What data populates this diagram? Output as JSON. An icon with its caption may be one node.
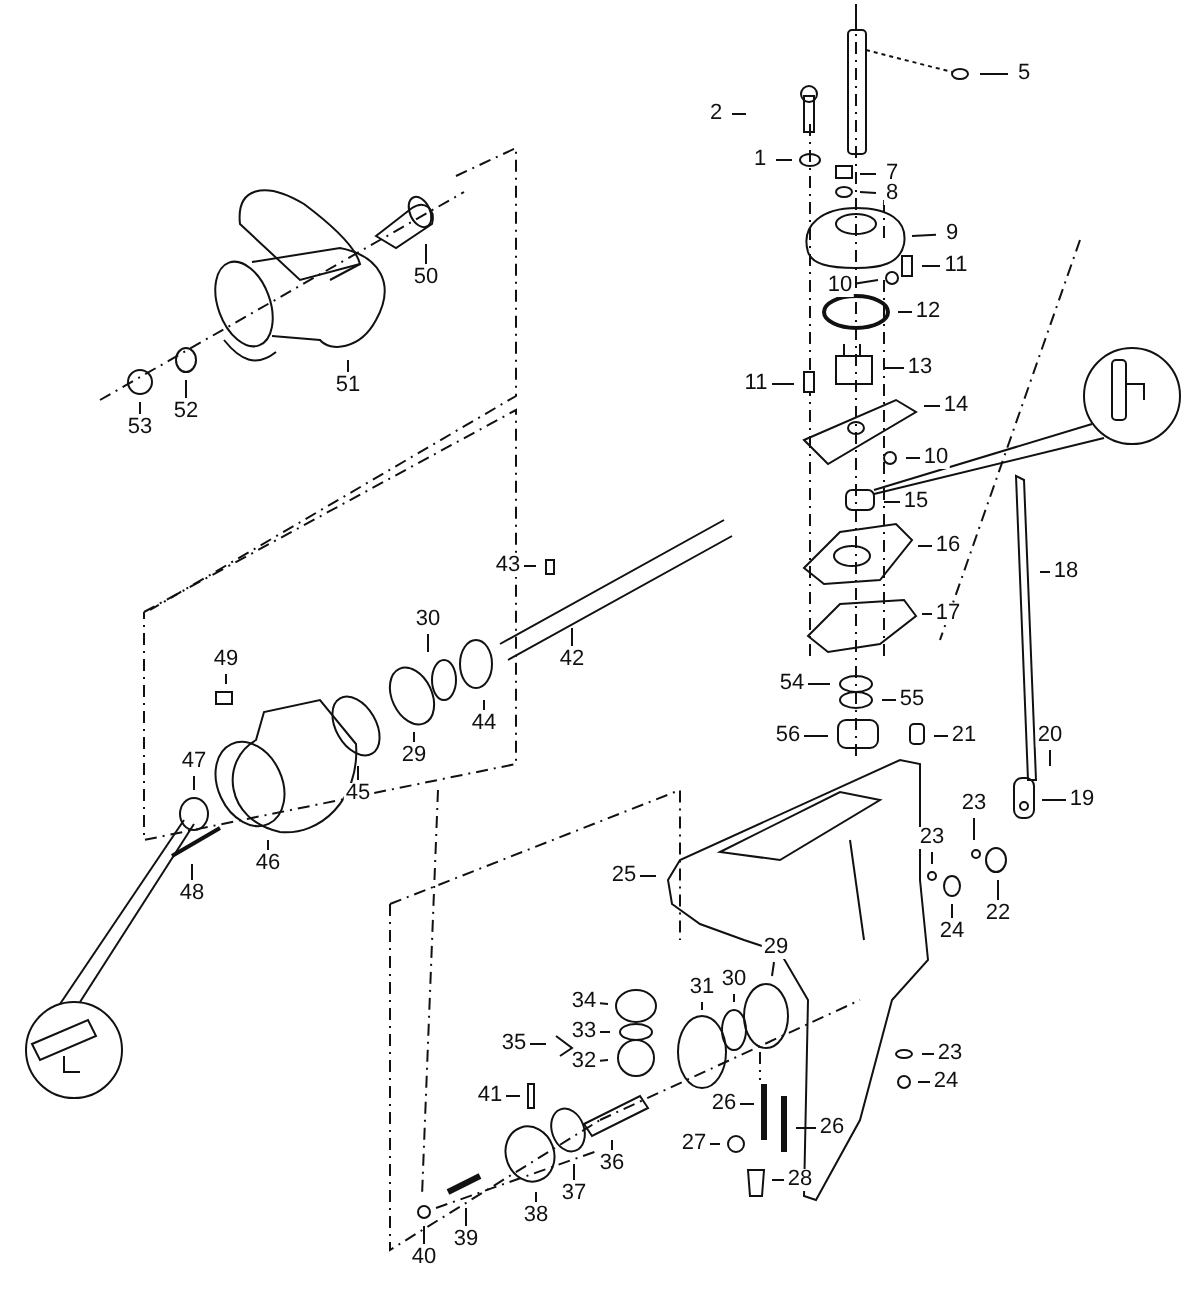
{
  "diagram": {
    "nodes": [
      {
        "text": [
          "5"
        ]
      },
      {
        "text": [
          "2"
        ]
      },
      {
        "text": [
          "1"
        ]
      },
      {
        "text": [
          "7"
        ]
      },
      {
        "text": [
          "8"
        ]
      },
      {
        "text": [
          "9"
        ]
      },
      {
        "text": [
          "11"
        ]
      },
      {
        "text": [
          "10"
        ]
      },
      {
        "text": [
          "12"
        ]
      },
      {
        "text": [
          "50"
        ]
      },
      {
        "text": [
          "13"
        ]
      },
      {
        "text": [
          "11"
        ]
      },
      {
        "text": [
          "51"
        ]
      },
      {
        "text": [
          "52"
        ]
      },
      {
        "text": [
          "53"
        ]
      },
      {
        "text": [
          "14"
        ]
      },
      {
        "text": [
          "10"
        ]
      },
      {
        "text": [
          "15"
        ]
      },
      {
        "text": [
          "16"
        ]
      },
      {
        "text": [
          "43"
        ]
      },
      {
        "text": [
          "18"
        ]
      },
      {
        "text": [
          "17"
        ]
      },
      {
        "text": [
          "30"
        ]
      },
      {
        "text": [
          "42"
        ]
      },
      {
        "text": [
          "49"
        ]
      },
      {
        "text": [
          "54"
        ]
      },
      {
        "text": [
          "55"
        ]
      },
      {
        "text": [
          "44"
        ]
      },
      {
        "text": [
          "21"
        ]
      },
      {
        "text": [
          "56"
        ]
      },
      {
        "text": [
          "20"
        ]
      },
      {
        "text": [
          "29"
        ]
      },
      {
        "text": [
          "47"
        ]
      },
      {
        "text": [
          "45"
        ]
      },
      {
        "text": [
          "19"
        ]
      },
      {
        "text": [
          "23"
        ]
      },
      {
        "text": [
          "23"
        ]
      },
      {
        "text": [
          "46"
        ]
      },
      {
        "text": [
          "25"
        ]
      },
      {
        "text": [
          "48"
        ]
      },
      {
        "text": [
          "22"
        ]
      },
      {
        "text": [
          "24"
        ]
      },
      {
        "text": [
          "29"
        ]
      },
      {
        "text": [
          "30"
        ]
      },
      {
        "text": [
          "31"
        ]
      },
      {
        "text": [
          "34"
        ]
      },
      {
        "text": [
          "33"
        ]
      },
      {
        "text": [
          "35"
        ]
      },
      {
        "text": [
          "23"
        ]
      },
      {
        "text": [
          "32"
        ]
      },
      {
        "text": [
          "24"
        ]
      },
      {
        "text": [
          "41"
        ]
      },
      {
        "text": [
          "26"
        ]
      },
      {
        "text": [
          "26"
        ]
      },
      {
        "text": [
          "27"
        ]
      },
      {
        "text": [
          "36"
        ]
      },
      {
        "text": [
          "28"
        ]
      },
      {
        "text": [
          "37"
        ]
      },
      {
        "text": [
          "38"
        ]
      },
      {
        "text": [
          "39"
        ]
      },
      {
        "text": [
          "40"
        ]
      }
    ],
    "edges": [
      {
        "from": 0,
        "to": null,
        "arrow": "none"
      },
      {
        "from": 1,
        "to": null,
        "arrow": "none"
      },
      {
        "from": 2,
        "to": null,
        "arrow": "none"
      },
      {
        "from": 3,
        "to": null,
        "arrow": "none"
      },
      {
        "from": 4,
        "to": null,
        "arrow": "none"
      },
      {
        "from": 5,
        "to": null,
        "arrow": "none"
      },
      {
        "from": 6,
        "to": null,
        "arrow": "none"
      },
      {
        "from": 7,
        "to": null,
        "arrow": "none"
      },
      {
        "from": 8,
        "to": null,
        "arrow": "none"
      },
      {
        "from": 9,
        "to": null,
        "arrow": "none"
      },
      {
        "from": 10,
        "to": null,
        "arrow": "none"
      },
      {
        "from": 11,
        "to": null,
        "arrow": "none"
      },
      {
        "from": 12,
        "to": null,
        "arrow": "none"
      },
      {
        "from": 13,
        "to": null,
        "arrow": "none"
      },
      {
        "from": 14,
        "to": null,
        "arrow": "none"
      },
      {
        "from": 15,
        "to": null,
        "arrow": "none"
      },
      {
        "from": 16,
        "to": null,
        "arrow": "none"
      },
      {
        "from": 17,
        "to": null,
        "arrow": "none"
      },
      {
        "from": 18,
        "to": null,
        "arrow": "none"
      },
      {
        "from": 19,
        "to": null,
        "arrow": "none"
      },
      {
        "from": 20,
        "to": null,
        "arrow": "none"
      },
      {
        "from": 21,
        "to": null,
        "arrow": "none"
      },
      {
        "from": 22,
        "to": null,
        "arrow": "none"
      },
      {
        "from": 23,
        "to": null,
        "arrow": "none"
      },
      {
        "from": 24,
        "to": null,
        "arrow": "none"
      },
      {
        "from": 25,
        "to": null,
        "arrow": "none"
      },
      {
        "from": 26,
        "to": null,
        "arrow": "none"
      },
      {
        "from": 27,
        "to": null,
        "arrow": "none"
      },
      {
        "from": 28,
        "to": null,
        "arrow": "none"
      },
      {
        "from": 29,
        "to": null,
        "arrow": "none"
      },
      {
        "from": 30,
        "to": null,
        "arrow": "none"
      },
      {
        "from": 31,
        "to": null,
        "arrow": "none"
      },
      {
        "from": 32,
        "to": null,
        "arrow": "none"
      },
      {
        "from": 33,
        "to": null,
        "arrow": "none"
      },
      {
        "from": 34,
        "to": null,
        "arrow": "none"
      },
      {
        "from": 35,
        "to": null,
        "arrow": "none"
      },
      {
        "from": 36,
        "to": null,
        "arrow": "none"
      },
      {
        "from": 37,
        "to": null,
        "arrow": "none"
      },
      {
        "from": 38,
        "to": null,
        "arrow": "none"
      },
      {
        "from": 39,
        "to": null,
        "arrow": "none"
      },
      {
        "from": 40,
        "to": null,
        "arrow": "none"
      },
      {
        "from": 41,
        "to": null,
        "arrow": "none"
      },
      {
        "from": 42,
        "to": null,
        "arrow": "none"
      },
      {
        "from": 43,
        "to": null,
        "arrow": "none"
      },
      {
        "from": 44,
        "to": null,
        "arrow": "none"
      },
      {
        "from": 45,
        "to": null,
        "arrow": "none"
      },
      {
        "from": 46,
        "to": null,
        "arrow": "none"
      },
      {
        "from": 47,
        "to": null,
        "arrow": "none"
      },
      {
        "from": 48,
        "to": null,
        "arrow": "none"
      },
      {
        "from": 49,
        "to": null,
        "arrow": "none"
      },
      {
        "from": 50,
        "to": null,
        "arrow": "none"
      },
      {
        "from": 51,
        "to": null,
        "arrow": "none"
      },
      {
        "from": 52,
        "to": null,
        "arrow": "none"
      },
      {
        "from": 53,
        "to": null,
        "arrow": "none"
      },
      {
        "from": 54,
        "to": null,
        "arrow": "none"
      },
      {
        "from": 55,
        "to": null,
        "arrow": "none"
      },
      {
        "from": 56,
        "to": null,
        "arrow": "none"
      },
      {
        "from": 57,
        "to": null,
        "arrow": "none"
      },
      {
        "from": 58,
        "to": null,
        "arrow": "none"
      },
      {
        "from": 59,
        "to": null,
        "arrow": "none"
      },
      {
        "from": 60,
        "to": null,
        "arrow": "none"
      }
    ]
  }
}
